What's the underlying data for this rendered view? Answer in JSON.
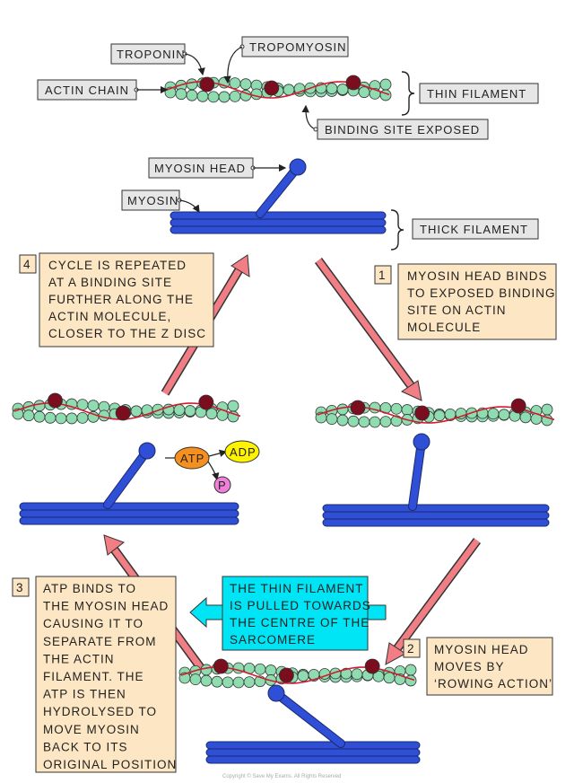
{
  "labels": {
    "troponin": "TROPONIN",
    "tropomyosin": "TROPOMYOSIN",
    "actin_chain": "ACTIN CHAIN",
    "thin_filament": "THIN FILAMENT",
    "binding_site": "BINDING SITE EXPOSED",
    "myosin_head": "MYOSIN HEAD",
    "myosin": "MYOSIN",
    "thick_filament": "THICK FILAMENT",
    "atp": "ATP",
    "adp": "ADP",
    "p": "P"
  },
  "steps": [
    {
      "number": "1",
      "lines": [
        "MYOSIN HEAD BINDS",
        "TO EXPOSED BINDING",
        "SITE ON ACTIN",
        "MOLECULE"
      ]
    },
    {
      "number": "2",
      "lines": [
        "MYOSIN HEAD",
        "MOVES BY",
        "‘ROWING ACTION’"
      ]
    },
    {
      "number": "3",
      "lines": [
        "ATP BINDS TO",
        "THE MYOSIN HEAD",
        "CAUSING IT TO",
        "SEPARATE FROM",
        "THE ACTIN",
        "FILAMENT. THE",
        "ATP IS THEN",
        "HYDROLYSED TO",
        "MOVE MYOSIN",
        "BACK TO ITS",
        "ORIGINAL POSITION"
      ]
    },
    {
      "number": "4",
      "lines": [
        "CYCLE IS REPEATED",
        "AT A BINDING SITE",
        "FURTHER ALONG THE",
        "ACTIN MOLECULE,",
        "CLOSER TO THE Z DISC"
      ]
    }
  ],
  "pull_note": [
    "THE THIN FILAMENT",
    "IS PULLED TOWARDS",
    "THE CENTRE OF THE",
    "SARCOMERE"
  ],
  "copyright": "Copyright © Save My Exams. All Rights Reserved",
  "colors": {
    "actin": "#8fdcb0",
    "tropomyosin": "#cc1f2e",
    "troponin": "#7a0d1e",
    "myosin": "#2f4fd6",
    "arrow": "#f07e84",
    "note_box": "#fde6c4",
    "pull_box": "#00e5f5",
    "atp": "#f5901e",
    "adp": "#fff200",
    "p": "#f07fd8",
    "label_box": "#e6e6e6"
  }
}
